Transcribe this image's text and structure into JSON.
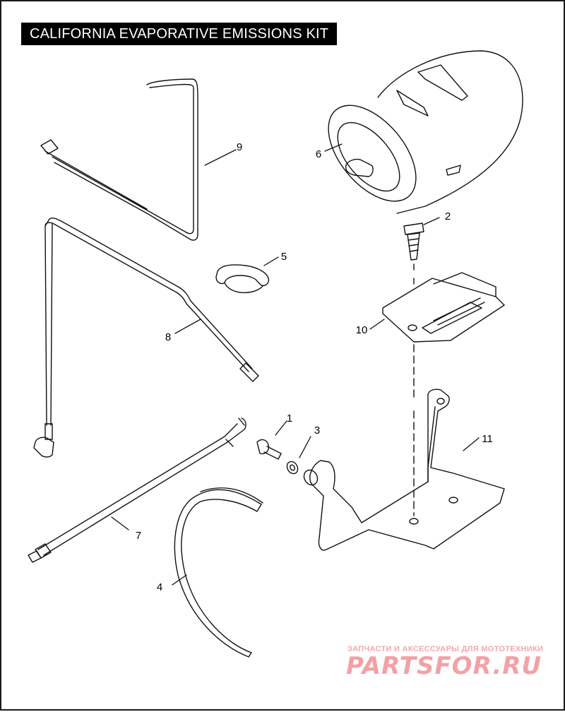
{
  "title": "CALIFORNIA EVAPORATIVE EMISSIONS KIT",
  "callouts": [
    {
      "id": "1",
      "part": "screw"
    },
    {
      "id": "2",
      "part": "bolt"
    },
    {
      "id": "3",
      "part": "washer"
    },
    {
      "id": "4",
      "part": "strap"
    },
    {
      "id": "5",
      "part": "clamp"
    },
    {
      "id": "6",
      "part": "canister"
    },
    {
      "id": "7",
      "part": "hose"
    },
    {
      "id": "8",
      "part": "hose"
    },
    {
      "id": "9",
      "part": "hose"
    },
    {
      "id": "10",
      "part": "bracket-plate"
    },
    {
      "id": "11",
      "part": "mounting-bracket"
    }
  ],
  "watermark": {
    "top": "ЗАПЧАСТИ И АКСЕССУАРЫ ДЛЯ МОТОТЕХНИКИ",
    "main": "PARTSFOR.RU",
    "color": "#f2a2a6"
  }
}
